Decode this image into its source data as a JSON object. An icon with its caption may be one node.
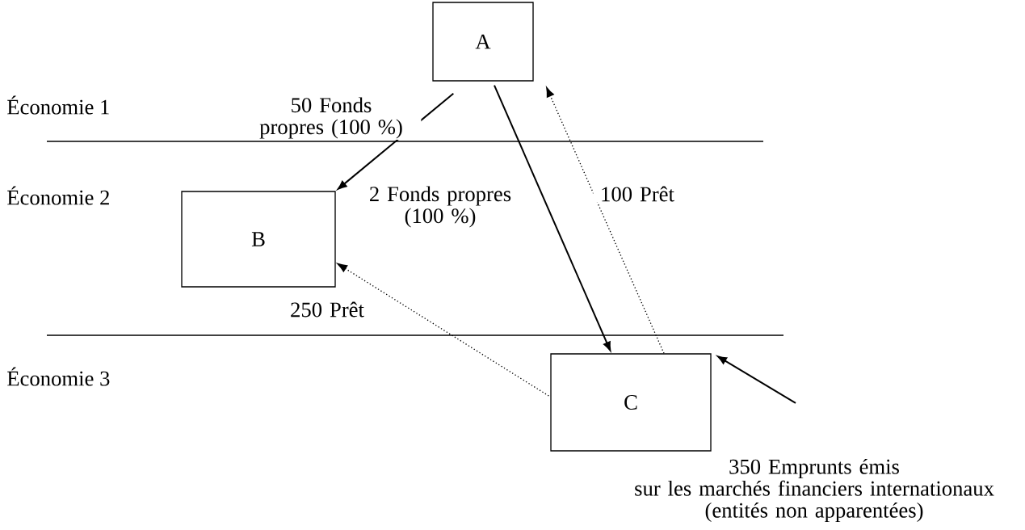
{
  "diagram": {
    "nodes": [
      {
        "text": [
          "A"
        ]
      },
      {
        "text": [
          "B"
        ]
      },
      {
        "text": [
          "C"
        ]
      },
      {
        "text": [
          "350 Emprunts émis sur les marchés financiers internationaux (entités non apparentées)"
        ]
      }
    ],
    "edges": [
      {
        "from": 0,
        "to": 1,
        "arrow": "to",
        "label": "50 Fonds propres (100 %)"
      },
      {
        "from": 0,
        "to": 2,
        "arrow": "to",
        "label": "2 Fonds propres (100 %)"
      },
      {
        "from": 2,
        "to": 0,
        "arrow": "to",
        "label": "100 Prêt",
        "style": "dashed"
      },
      {
        "from": 2,
        "to": 1,
        "arrow": "to",
        "label": "250 Prêt",
        "style": "dashed"
      },
      {
        "from": 3,
        "to": 2,
        "arrow": "to"
      }
    ],
    "labels": [
      "Économie 1",
      "Économie 2",
      "Économie 3"
    ]
  }
}
